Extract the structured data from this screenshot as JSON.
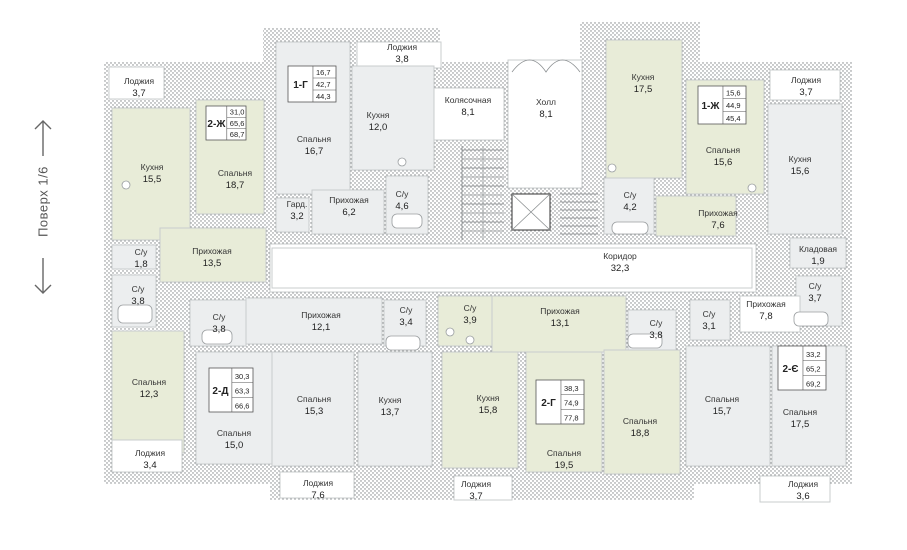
{
  "navigation": {
    "floor_label": "Поверх 1/6",
    "up_icon": "arrow-up-icon",
    "down_icon": "arrow-down-icon"
  },
  "colors": {
    "living_fill": "#e8ecd8",
    "common_fill": "#eceeef",
    "wall": "#6f7375",
    "hatch": "#8a8e90",
    "room_outline": "#c9ccce"
  },
  "rooms": [
    {
      "id": "r1",
      "name": "Лоджия",
      "area": "3,7"
    },
    {
      "id": "r2",
      "name": "Кухня",
      "area": "15,5"
    },
    {
      "id": "r3",
      "name": "Спальня",
      "area": "18,7"
    },
    {
      "id": "r4",
      "name": "С/у",
      "area": "1,8"
    },
    {
      "id": "r5",
      "name": "С/у",
      "area": "3,8"
    },
    {
      "id": "r6",
      "name": "Прихожая",
      "area": "13,5"
    },
    {
      "id": "r7",
      "name": "Спальня",
      "area": "12,3"
    },
    {
      "id": "r8",
      "name": "Лоджия",
      "area": "3,4"
    },
    {
      "id": "r9",
      "name": "Спальня",
      "area": "16,7"
    },
    {
      "id": "r10",
      "name": "Лоджия",
      "area": "3,8"
    },
    {
      "id": "r11",
      "name": "Кухня",
      "area": "12,0"
    },
    {
      "id": "r12",
      "name": "Гард.",
      "area": "3,2"
    },
    {
      "id": "r13",
      "name": "Прихожая",
      "area": "6,2"
    },
    {
      "id": "r14",
      "name": "С/у",
      "area": "4,6"
    },
    {
      "id": "r15",
      "name": "Колясочная",
      "area": "8,1"
    },
    {
      "id": "r16",
      "name": "Холл",
      "area": "8,1"
    },
    {
      "id": "r17",
      "name": "Кухня",
      "area": "17,5"
    },
    {
      "id": "r18",
      "name": "Спальня",
      "area": "15,6"
    },
    {
      "id": "r19",
      "name": "С/у",
      "area": "4,2"
    },
    {
      "id": "r20",
      "name": "Прихожая",
      "area": "7,6"
    },
    {
      "id": "r21",
      "name": "Лоджия",
      "area": "3,7"
    },
    {
      "id": "r22",
      "name": "Кухня",
      "area": "15,6"
    },
    {
      "id": "r23",
      "name": "Кладовая",
      "area": "1,9"
    },
    {
      "id": "r24",
      "name": "С/у",
      "area": "3,7"
    },
    {
      "id": "r25",
      "name": "Коридор",
      "area": "32,3"
    },
    {
      "id": "r26",
      "name": "С/у",
      "area": "3,8"
    },
    {
      "id": "r27",
      "name": "Прихожая",
      "area": "12,1"
    },
    {
      "id": "r28",
      "name": "С/у",
      "area": "3,4"
    },
    {
      "id": "r29",
      "name": "Спальня",
      "area": "15,3"
    },
    {
      "id": "r30",
      "name": "Кухня",
      "area": "13,7"
    },
    {
      "id": "r31",
      "name": "Спальня",
      "area": "15,0"
    },
    {
      "id": "r32",
      "name": "Лоджия",
      "area": "7,6"
    },
    {
      "id": "r33",
      "name": "С/у",
      "area": "3,9"
    },
    {
      "id": "r34",
      "name": "Прихожая",
      "area": "13,1"
    },
    {
      "id": "r35",
      "name": "С/у",
      "area": "3,8"
    },
    {
      "id": "r36",
      "name": "Кухня",
      "area": "15,8"
    },
    {
      "id": "r37",
      "name": "Спальня",
      "area": "19,5"
    },
    {
      "id": "r38",
      "name": "Спальня",
      "area": "18,8"
    },
    {
      "id": "r39",
      "name": "Лоджия",
      "area": "3,7"
    },
    {
      "id": "r40",
      "name": "С/у",
      "area": "3,1"
    },
    {
      "id": "r41",
      "name": "Прихожая",
      "area": "7,8"
    },
    {
      "id": "r42",
      "name": "Спальня",
      "area": "15,7"
    },
    {
      "id": "r43",
      "name": "Спальня",
      "area": "17,5"
    },
    {
      "id": "r44",
      "name": "Лоджия",
      "area": "3,6"
    }
  ],
  "apartments": [
    {
      "id": "a1",
      "type": "2-Ж",
      "values": [
        "31,0",
        "65,6",
        "68,7"
      ]
    },
    {
      "id": "a2",
      "type": "1-Г",
      "values": [
        "16,7",
        "42,7",
        "44,3"
      ]
    },
    {
      "id": "a3",
      "type": "1-Ж",
      "values": [
        "15,6",
        "44,9",
        "45,4"
      ]
    },
    {
      "id": "a4",
      "type": "2-Д",
      "values": [
        "30,3",
        "63,3",
        "66,6"
      ]
    },
    {
      "id": "a5",
      "type": "2-Г",
      "values": [
        "38,3",
        "74,9",
        "77,8"
      ]
    },
    {
      "id": "a6",
      "type": "2-Є",
      "values": [
        "33,2",
        "65,2",
        "69,2"
      ]
    }
  ]
}
